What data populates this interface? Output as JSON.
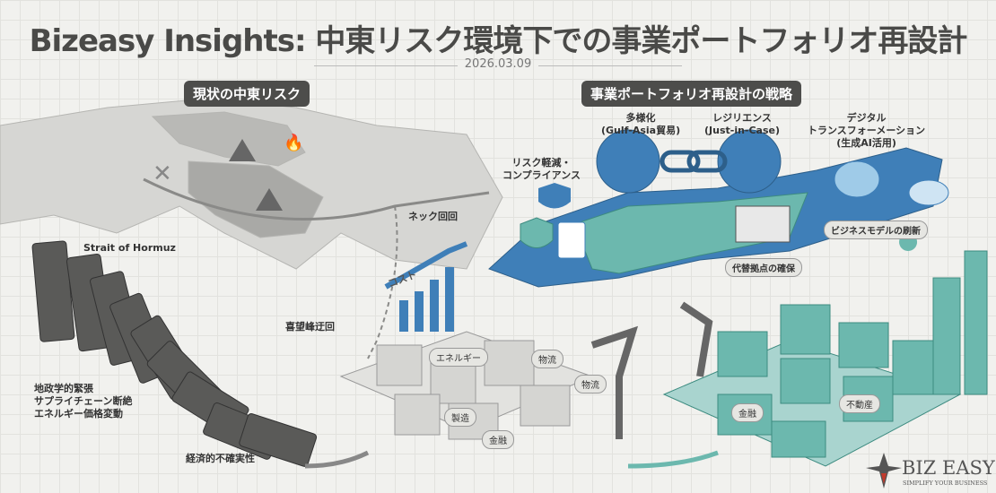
{
  "title": "Bizeasy Insights: 中東リスク環境下での事業ポートフォリオ再設計",
  "date": "2026.03.09",
  "left": {
    "heading": "現状の中東リスク",
    "route_label": "ネック回回",
    "strait": "Strait of Hormuz",
    "cape": "喜望峰迂回",
    "risks": [
      "地政学的緊張",
      "サプライチェーン断絶",
      "エネルギー価格変動"
    ],
    "uncertainty": "経済的不確実性",
    "cost": "コスト",
    "blocks": [
      "エネルギー",
      "物流",
      "物流",
      "製造",
      "金融"
    ]
  },
  "right": {
    "heading": "事業ポートフォリオ再設計の戦略",
    "stages": [
      {
        "title": "リスク軽減・",
        "title2": "コンプライアンス"
      },
      {
        "title": "多様化",
        "title2": "(Gulf-Asia貿易)"
      },
      {
        "title": "レジリエンス",
        "title2": "(Just-in-Case)"
      },
      {
        "title": "デジタル",
        "title2": "トランスフォーメーション",
        "title3": "(生成AI活用)"
      }
    ],
    "tag_business": "ビジネスモデルの刷新",
    "tag_base": "代替拠点の確保",
    "blocks": [
      "金融",
      "不動産"
    ]
  },
  "logo": {
    "name": "BIZ EASY",
    "tagline": "SIMPLIFY YOUR BUSINESS"
  },
  "colors": {
    "blue": "#3f7fb8",
    "teal": "#6cb8ae",
    "gray": "#c9c9c6",
    "dark": "#4d4d4b",
    "red": "#c23a2c"
  }
}
